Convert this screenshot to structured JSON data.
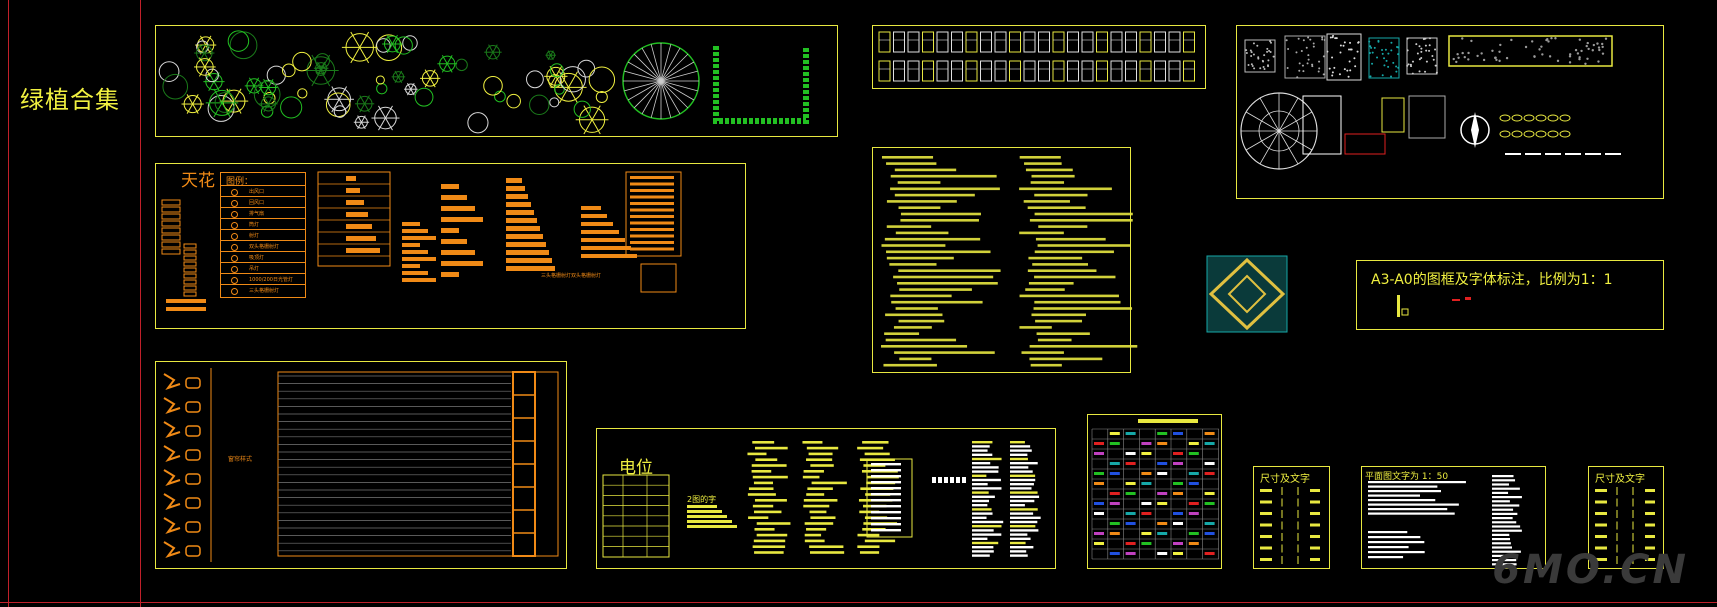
{
  "sidebar": {
    "title": "绿植合集"
  },
  "panels": {
    "ceiling_title": "天花",
    "ceiling_legend_header": "图例：",
    "ceiling_legend_items": [
      "出风口",
      "回风口",
      "排气扇",
      "筒灯",
      "射灯",
      "双头格栅射灯",
      "吸顶灯",
      "吊灯",
      "1000/200日光管灯",
      "三头格栅射灯"
    ],
    "ceiling_note": "三头格栅射灯双头格栅射灯",
    "outlet_title": "电位",
    "outlet_subtitle": "2图的字",
    "frame_note": "A3-A0的图框及字体标注，比例为1：1",
    "dim_text_left": "尺寸及文字",
    "dim_text_right": "尺寸及文字",
    "plan_scale_note": "平面图文字为 1：50",
    "curtain_label": "窗帘样式"
  },
  "colors": {
    "frame": "#e8e840",
    "accent_orange": "#f08a16",
    "green": "#22c022",
    "red_line": "#c0202a",
    "cyan": "#16a8a8",
    "white": "#e0e0e0"
  },
  "watermark": "6MO.CN"
}
